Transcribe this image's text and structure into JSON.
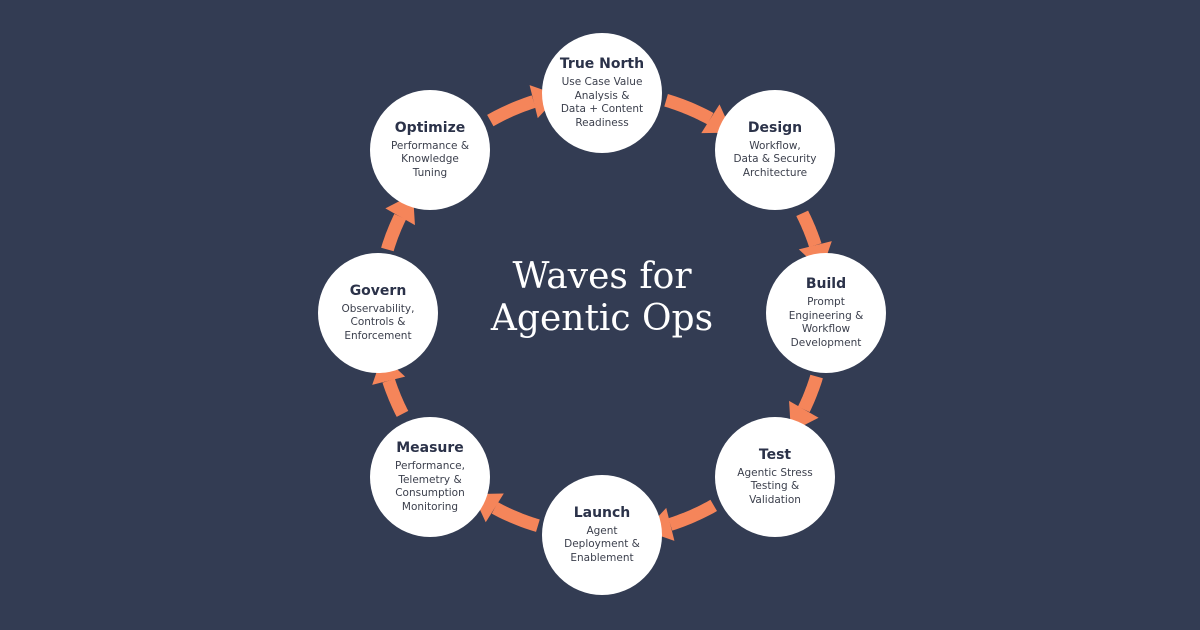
{
  "title": {
    "line1": "Waves for",
    "line2": "Agentic Ops"
  },
  "colors": {
    "background": "#333c53",
    "arrow": "#f5855a",
    "node": "#ffffff",
    "node_title": "#2b3249"
  },
  "nodes": [
    {
      "title": "True North",
      "desc": "Use Case Value\nAnalysis &\nData + Content\nReadiness"
    },
    {
      "title": "Design",
      "desc": "Workflow,\nData & Security\nArchitecture"
    },
    {
      "title": "Build",
      "desc": "Prompt\nEngineering &\nWorkflow\nDevelopment"
    },
    {
      "title": "Test",
      "desc": "Agentic Stress\nTesting &\nValidation"
    },
    {
      "title": "Launch",
      "desc": "Agent\nDeployment &\nEnablement"
    },
    {
      "title": "Measure",
      "desc": "Performance,\nTelemetry &\nConsumption\nMonitoring"
    },
    {
      "title": "Govern",
      "desc": "Observability,\nControls &\nEnforcement"
    },
    {
      "title": "Optimize",
      "desc": "Performance &\nKnowledge\nTuning"
    }
  ]
}
